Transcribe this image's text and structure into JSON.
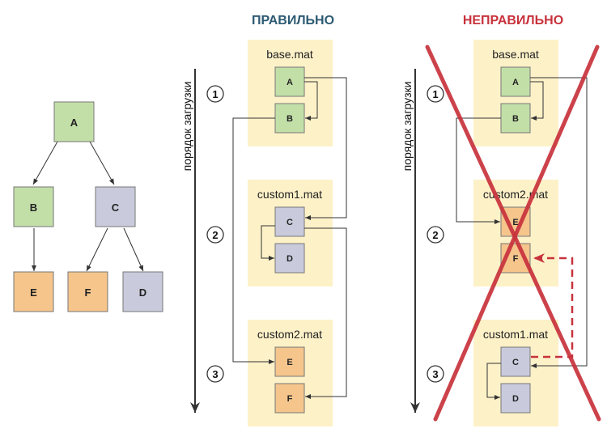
{
  "colors": {
    "green": "#c3dfa8",
    "blue": "#c9cbdc",
    "orange": "#f5c58c",
    "file_bg": "#fdf1c8",
    "correct_heading": "#2d5a72",
    "wrong_heading": "#c8323c",
    "cross": "#c8323c"
  },
  "tree": {
    "nodes": {
      "a": "A",
      "b": "B",
      "c": "C",
      "e": "E",
      "f": "F",
      "d": "D"
    }
  },
  "correct": {
    "heading": "ПРАВИЛЬНО",
    "axis_label": "порядок загрузки",
    "steps": [
      "1",
      "2",
      "3"
    ],
    "files": [
      {
        "name": "base.mat",
        "nodes": [
          "A",
          "B"
        ]
      },
      {
        "name": "custom1.mat",
        "nodes": [
          "C",
          "D"
        ]
      },
      {
        "name": "custom2.mat",
        "nodes": [
          "E",
          "F"
        ]
      }
    ]
  },
  "wrong": {
    "heading": "НЕПРАВИЛЬНО",
    "axis_label": "порядок загрузки",
    "steps": [
      "1",
      "2",
      "3"
    ],
    "files": [
      {
        "name": "base.mat",
        "nodes": [
          "A",
          "B"
        ]
      },
      {
        "name": "custom2.mat",
        "nodes": [
          "E",
          "F"
        ]
      },
      {
        "name": "custom1.mat",
        "nodes": [
          "C",
          "D"
        ]
      }
    ]
  }
}
